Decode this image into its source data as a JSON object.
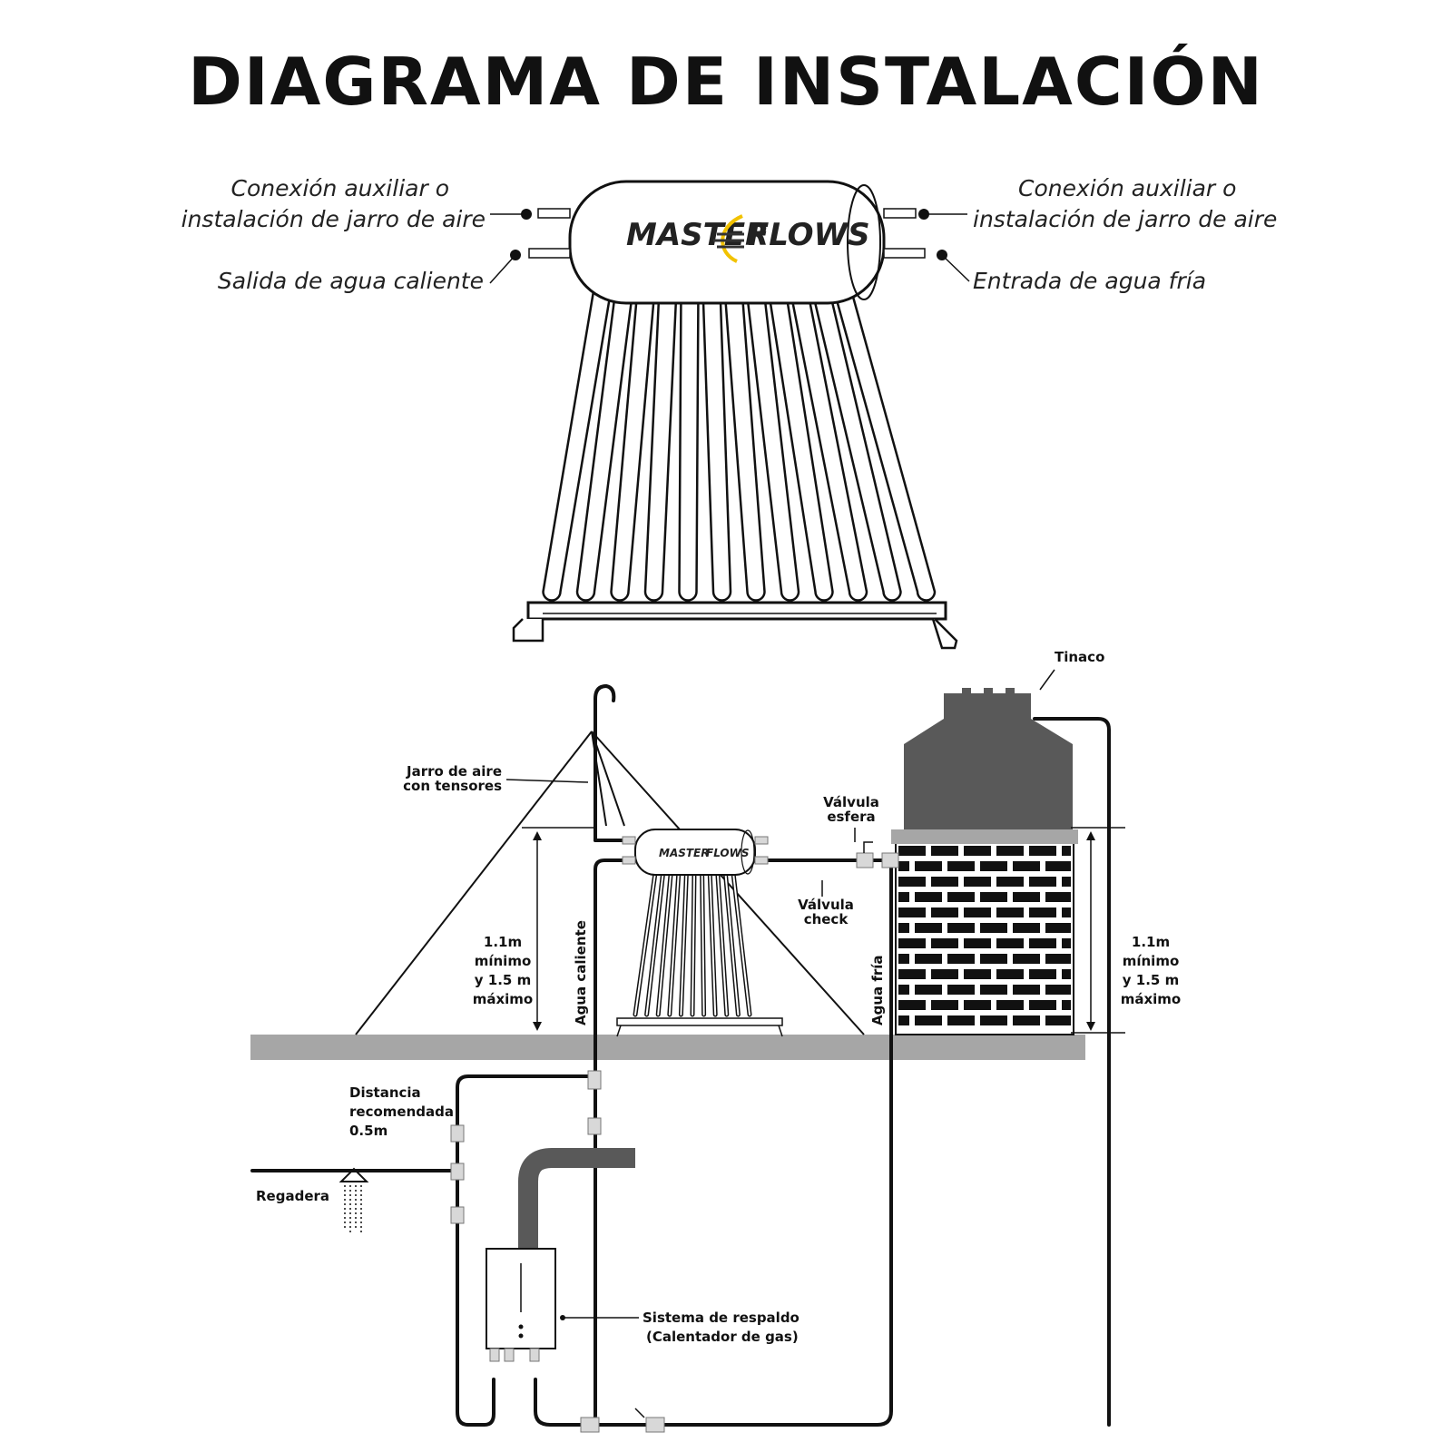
{
  "title": "DIAGRAMA DE INSTALACIÓN",
  "logo": {
    "left": "MASTER",
    "right": "FLOWS",
    "accent_color": "#f2c200"
  },
  "top_labels": {
    "aux_left_line1": "Conexión auxiliar o",
    "aux_left_line2": "instalación de jarro de aire",
    "hot_out": "Salida de agua caliente",
    "aux_right_line1": "Conexión auxiliar o",
    "aux_right_line2": "instalación de jarro de aire",
    "cold_in": "Entrada de agua fría"
  },
  "labels": {
    "tinaco": "Tinaco",
    "jarro_line1": "Jarro de aire",
    "jarro_line2": "con tensores",
    "valvula_esfera_line1": "Válvula",
    "valvula_esfera_line2": "esfera",
    "valvula_check_line1": "Válvula",
    "valvula_check_line2": "check",
    "agua_caliente": "Agua caliente",
    "agua_fria": "Agua fría",
    "dist_left": [
      "1.1m",
      "mínimo",
      "y 1.5 m",
      "máximo"
    ],
    "dist_right": [
      "1.1m",
      "mínimo",
      "y 1.5 m",
      "máximo"
    ],
    "distancia_line1": "Distancia",
    "distancia_line2": "recomendada",
    "distancia_line3": "0.5m",
    "regadera": "Regadera",
    "respaldo_line1": "Sistema de respaldo",
    "respaldo_line2": "(Calentador de gas)"
  },
  "colors": {
    "roof": "#a6a6a6",
    "tinaco": "#595959",
    "brick": "#111111",
    "flue": "#595959"
  }
}
